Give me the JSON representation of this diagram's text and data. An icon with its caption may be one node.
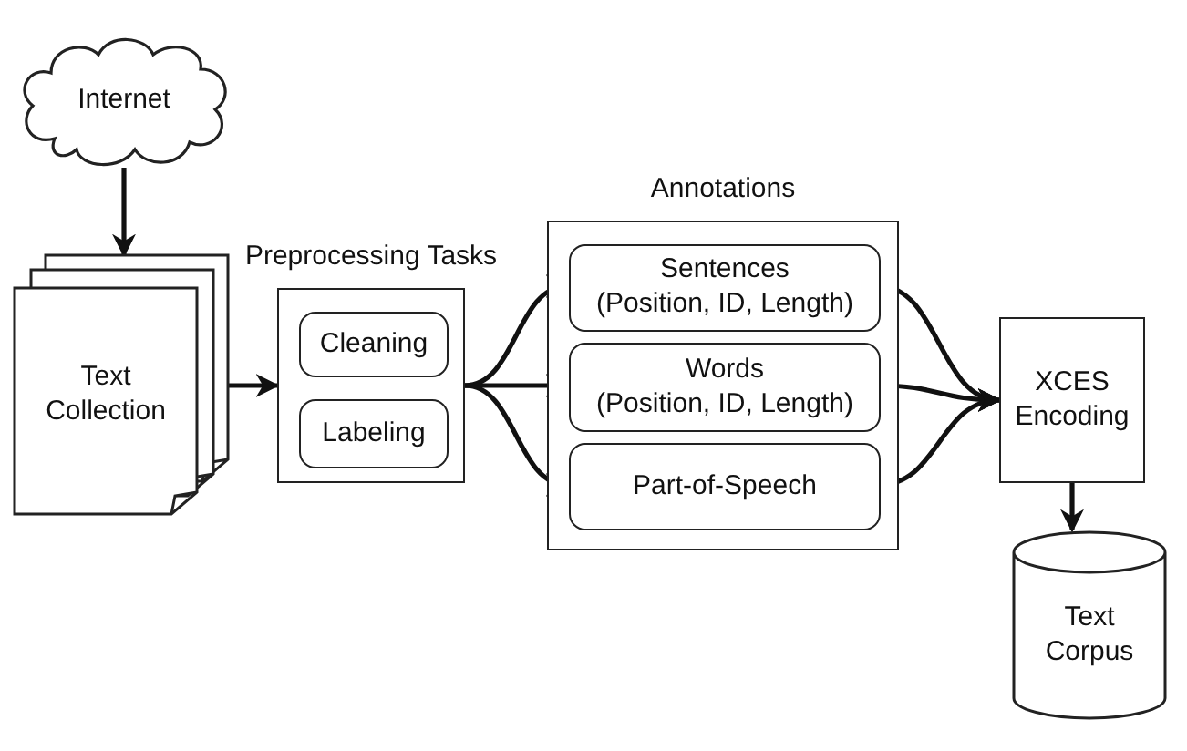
{
  "diagram": {
    "nodes": [
      {
        "text": [
          "Internet"
        ]
      },
      {
        "text": [
          "Text Collection"
        ]
      },
      {
        "text": [
          "Preprocessing Tasks"
        ]
      },
      {
        "text": [
          "Cleaning"
        ],
        "in": 2
      },
      {
        "text": [
          "Labeling"
        ],
        "in": 2
      },
      {
        "text": [
          "Annotations"
        ]
      },
      {
        "text": [
          "Sentences",
          "(Position, ID, Length)"
        ],
        "in": 5
      },
      {
        "text": [
          "Words",
          "(Position, ID, Length)"
        ],
        "in": 5
      },
      {
        "text": [
          "Part-of-Speech"
        ],
        "in": 5
      },
      {
        "text": [
          "XCES Encoding"
        ]
      },
      {
        "text": [
          "Text Corpus"
        ]
      }
    ],
    "edges": [
      {
        "from": 0,
        "to": 1,
        "arrow": "to"
      },
      {
        "from": 1,
        "to": 2,
        "arrow": "to"
      },
      {
        "from": 2,
        "to": 6,
        "arrow": "to"
      },
      {
        "from": 2,
        "to": 7,
        "arrow": "to"
      },
      {
        "from": 2,
        "to": 8,
        "arrow": "to"
      },
      {
        "from": 6,
        "to": 9,
        "arrow": "to"
      },
      {
        "from": 7,
        "to": 9,
        "arrow": "to"
      },
      {
        "from": 8,
        "to": 9,
        "arrow": "to"
      },
      {
        "from": 9,
        "to": 10,
        "arrow": "to"
      }
    ]
  }
}
